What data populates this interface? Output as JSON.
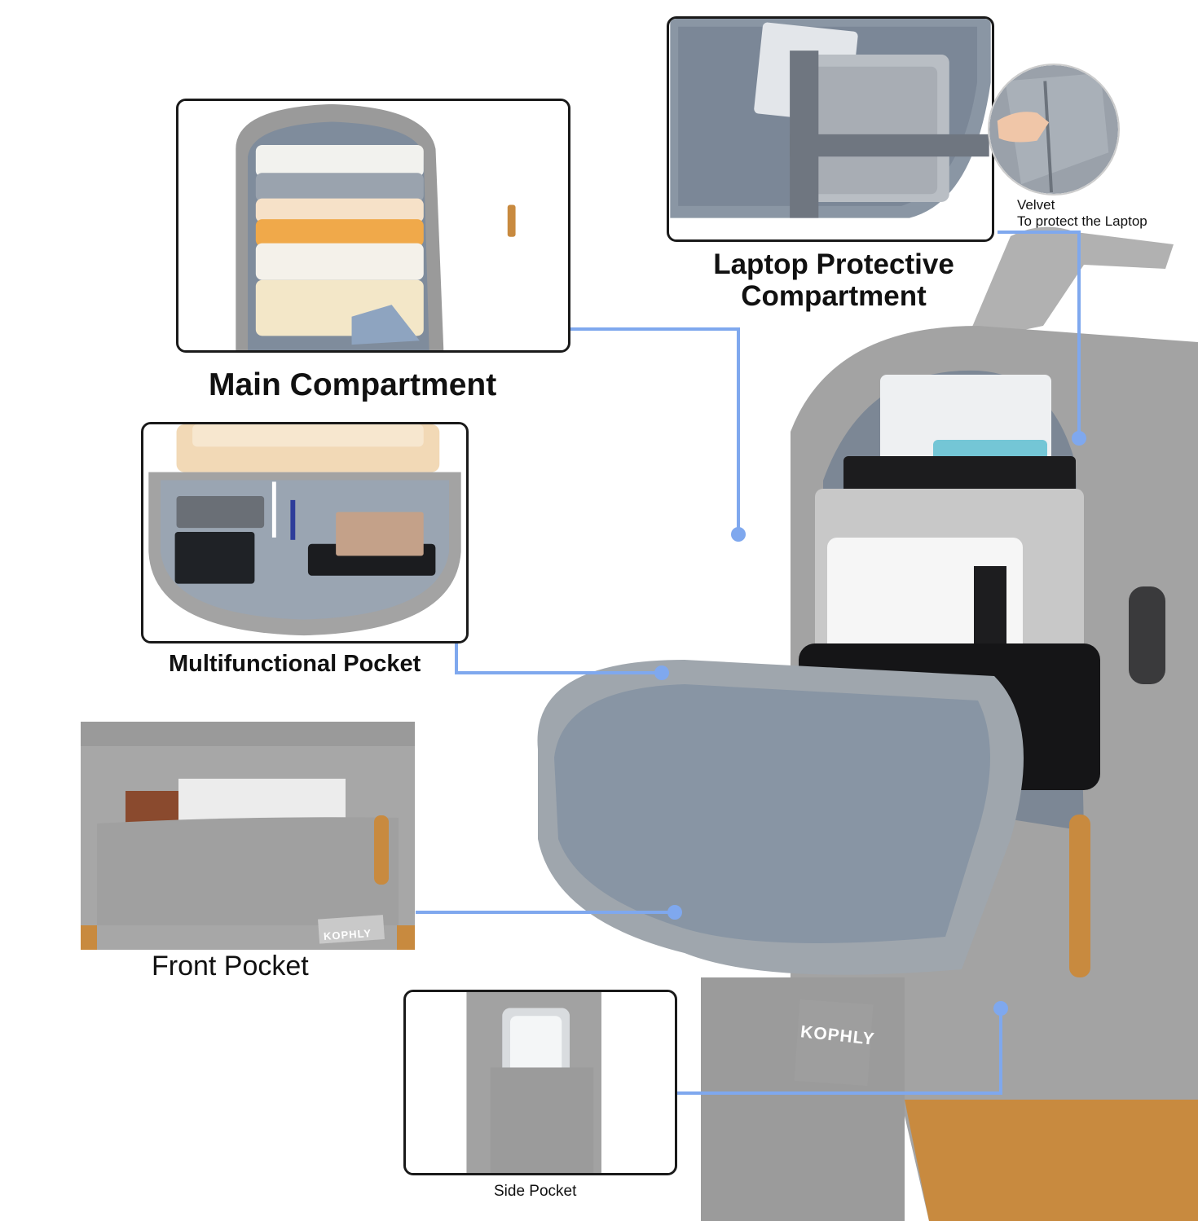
{
  "colors": {
    "connector": "#7fa8ee",
    "fabric": "#a6a6a6",
    "fabric_dark": "#8f8f8f",
    "lining": "#8e9db0",
    "leather": "#c88a3f",
    "outline": "#1a1a1a"
  },
  "captions": {
    "main_compartment": "Main Compartment",
    "laptop_compartment_line1": "Laptop Protective",
    "laptop_compartment_line2": "Compartment",
    "velvet_line1": "Velvet",
    "velvet_line2": "To protect the Laptop",
    "multifunctional_pocket": "Multifunctional Pocket",
    "front_pocket": "Front Pocket",
    "side_pocket": "Side Pocket"
  },
  "brand": {
    "front_label": "KOPHLY",
    "main_label": "KOPHLY"
  },
  "icons": {
    "connector_dot": "circle-dot-icon",
    "usb_port": "usb-port-icon"
  }
}
